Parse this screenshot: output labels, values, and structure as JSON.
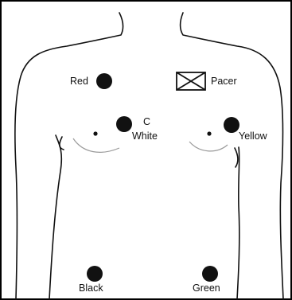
{
  "diagram": {
    "colors": {
      "ink": "#111111",
      "frame": "#000000",
      "background": "#ffffff"
    },
    "electrodes": [
      {
        "id": "red",
        "label": "Red"
      },
      {
        "id": "white",
        "label": "White",
        "marker": "C"
      },
      {
        "id": "yellow",
        "label": "Yellow"
      },
      {
        "id": "black",
        "label": "Black"
      },
      {
        "id": "green",
        "label": "Green"
      }
    ],
    "pacer": {
      "label": "Pacer",
      "icon": "box-x-icon"
    }
  }
}
